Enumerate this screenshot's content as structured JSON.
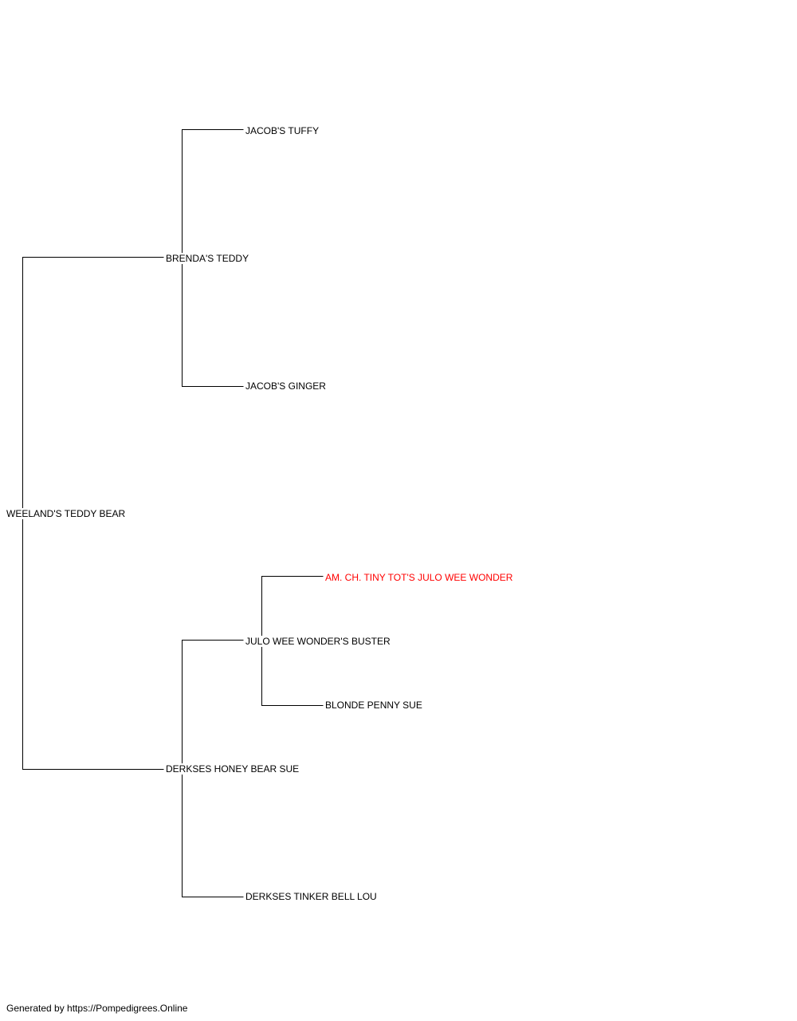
{
  "pedigree": {
    "subject": {
      "name": "WEELAND'S TEDDY BEAR"
    },
    "sire": {
      "name": "BRENDA'S TEDDY",
      "sire": {
        "name": "JACOB'S TUFFY"
      },
      "dam": {
        "name": "JACOB'S GINGER"
      }
    },
    "dam": {
      "name": "DERKSES HONEY BEAR SUE",
      "sire": {
        "name": "JULO WEE WONDER'S BUSTER",
        "sire": {
          "name": "AM. CH. TINY TOT'S JULO WEE WONDER",
          "color": "#ff0000"
        },
        "dam": {
          "name": "BLONDE PENNY SUE"
        }
      },
      "dam": {
        "name": "DERKSES TINKER BELL LOU"
      }
    }
  },
  "footer": {
    "text": "Generated by https://Pompedigrees.Online"
  },
  "colors": {
    "line": "#000000",
    "text": "#000000",
    "champion": "#ff0000"
  }
}
